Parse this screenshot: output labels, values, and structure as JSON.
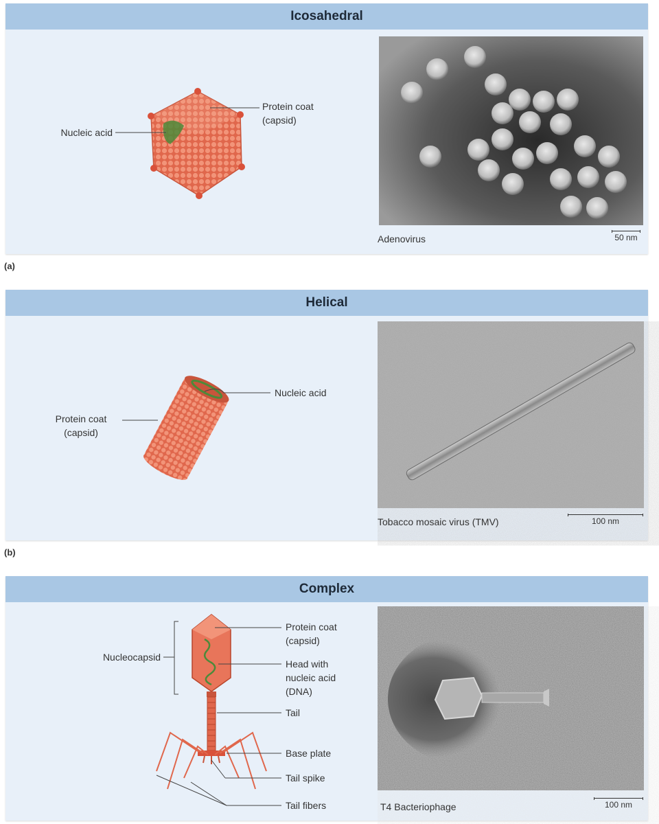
{
  "panels": [
    {
      "title": "Icosahedral",
      "sublabel": "(a)",
      "labels": {
        "protein_coat": "Protein coat\n(capsid)",
        "nucleic_acid": "Nucleic acid"
      },
      "micrograph_caption": "Adenovirus",
      "scale": "50 nm"
    },
    {
      "title": "Helical",
      "sublabel": "(b)",
      "labels": {
        "nucleic_acid": "Nucleic acid",
        "protein_coat": "Protein coat\n(capsid)"
      },
      "micrograph_caption": "Tobacco mosaic virus (TMV)",
      "scale": "100 nm"
    },
    {
      "title": "Complex",
      "labels": {
        "nucleocapsid": "Nucleocapsid",
        "protein_coat": "Protein coat\n(capsid)",
        "head": "Head with\nnucleic acid\n(DNA)",
        "tail": "Tail",
        "base_plate": "Base plate",
        "tail_spike": "Tail spike",
        "tail_fibers": "Tail fibers"
      },
      "micrograph_caption": "T4 Bacteriophage",
      "scale": "100 nm"
    }
  ],
  "colors": {
    "panel_bg": "#e8f0f9",
    "header": "#a9c7e4",
    "capsid": "#e8755a",
    "nucleic": "#4c8a3a"
  }
}
